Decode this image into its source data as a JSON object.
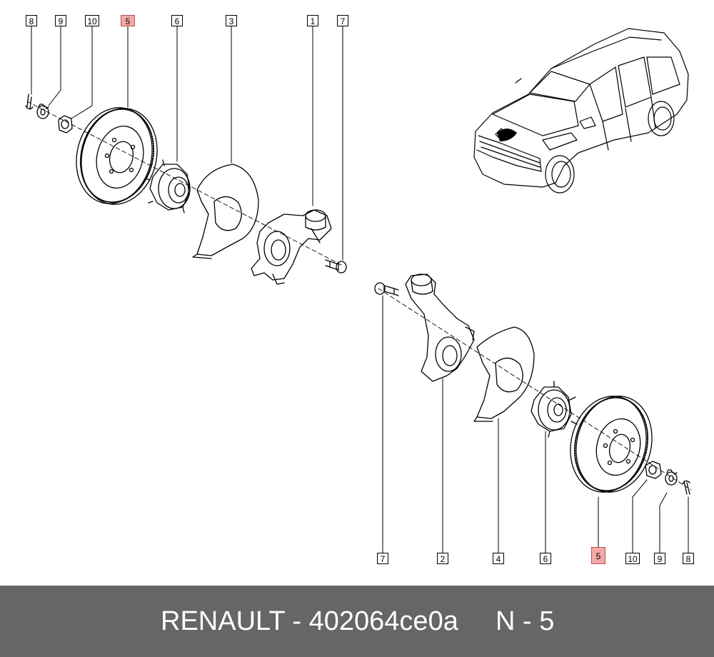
{
  "callouts_top": {
    "c8": "8",
    "c9": "9",
    "c10": "10",
    "c5": "5",
    "c6": "6",
    "c3": "3",
    "c1": "1",
    "c7": "7"
  },
  "callouts_bottom": {
    "c7": "7",
    "c2": "2",
    "c4": "4",
    "c6": "6",
    "c5": "5",
    "c10": "10",
    "c9": "9",
    "c8": "8"
  },
  "highlight_color": "#f4a8a8",
  "footer": {
    "part_label": "RENAULT - 402064ce0a",
    "ref_label": "N - 5",
    "background": "#666666"
  }
}
